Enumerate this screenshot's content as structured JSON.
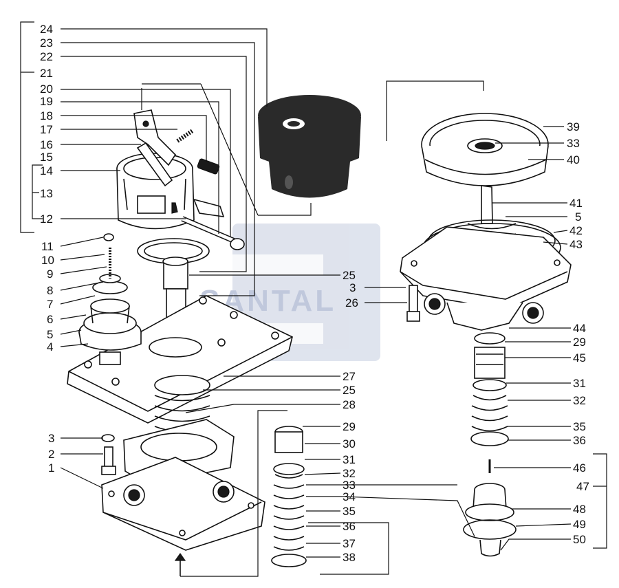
{
  "watermark": {
    "text": "SANTAL",
    "color": "#a9b6d3"
  },
  "colors": {
    "ink": "#111111",
    "background": "#ffffff"
  },
  "callouts": [
    {
      "id": "c24",
      "label": "24"
    },
    {
      "id": "c23",
      "label": "23"
    },
    {
      "id": "c22",
      "label": "22"
    },
    {
      "id": "c21",
      "label": "21"
    },
    {
      "id": "c20",
      "label": "20"
    },
    {
      "id": "c19",
      "label": "19"
    },
    {
      "id": "c18",
      "label": "18"
    },
    {
      "id": "c17",
      "label": "17"
    },
    {
      "id": "c16",
      "label": "16"
    },
    {
      "id": "c15",
      "label": "15"
    },
    {
      "id": "c14",
      "label": "14"
    },
    {
      "id": "c13",
      "label": "13"
    },
    {
      "id": "c12",
      "label": "12"
    },
    {
      "id": "c11",
      "label": "11"
    },
    {
      "id": "c10",
      "label": "10"
    },
    {
      "id": "c9",
      "label": "9"
    },
    {
      "id": "c8",
      "label": "8"
    },
    {
      "id": "c7",
      "label": "7"
    },
    {
      "id": "c6",
      "label": "6"
    },
    {
      "id": "c5l",
      "label": "5"
    },
    {
      "id": "c4",
      "label": "4"
    },
    {
      "id": "c3l",
      "label": "3"
    },
    {
      "id": "c2",
      "label": "2"
    },
    {
      "id": "c1",
      "label": "1"
    },
    {
      "id": "c25a",
      "label": "25"
    },
    {
      "id": "c26",
      "label": "26"
    },
    {
      "id": "c3m",
      "label": "3"
    },
    {
      "id": "c27",
      "label": "27"
    },
    {
      "id": "c25b",
      "label": "25"
    },
    {
      "id": "c28",
      "label": "28"
    },
    {
      "id": "c29a",
      "label": "29"
    },
    {
      "id": "c30",
      "label": "30"
    },
    {
      "id": "c31a",
      "label": "31"
    },
    {
      "id": "c32a",
      "label": "32"
    },
    {
      "id": "c33a",
      "label": "33"
    },
    {
      "id": "c34",
      "label": "34"
    },
    {
      "id": "c35a",
      "label": "35"
    },
    {
      "id": "c36a",
      "label": "36"
    },
    {
      "id": "c37",
      "label": "37"
    },
    {
      "id": "c38",
      "label": "38"
    },
    {
      "id": "c39",
      "label": "39"
    },
    {
      "id": "c33b",
      "label": "33"
    },
    {
      "id": "c40",
      "label": "40"
    },
    {
      "id": "c41",
      "label": "41"
    },
    {
      "id": "c5r",
      "label": "5"
    },
    {
      "id": "c42",
      "label": "42"
    },
    {
      "id": "c43",
      "label": "43"
    },
    {
      "id": "c44",
      "label": "44"
    },
    {
      "id": "c29b",
      "label": "29"
    },
    {
      "id": "c45",
      "label": "45"
    },
    {
      "id": "c31b",
      "label": "31"
    },
    {
      "id": "c32b",
      "label": "32"
    },
    {
      "id": "c35b",
      "label": "35"
    },
    {
      "id": "c36b",
      "label": "36"
    },
    {
      "id": "c46",
      "label": "46"
    },
    {
      "id": "c47",
      "label": "47"
    },
    {
      "id": "c48",
      "label": "48"
    },
    {
      "id": "c49",
      "label": "49"
    },
    {
      "id": "c50",
      "label": "50"
    }
  ]
}
